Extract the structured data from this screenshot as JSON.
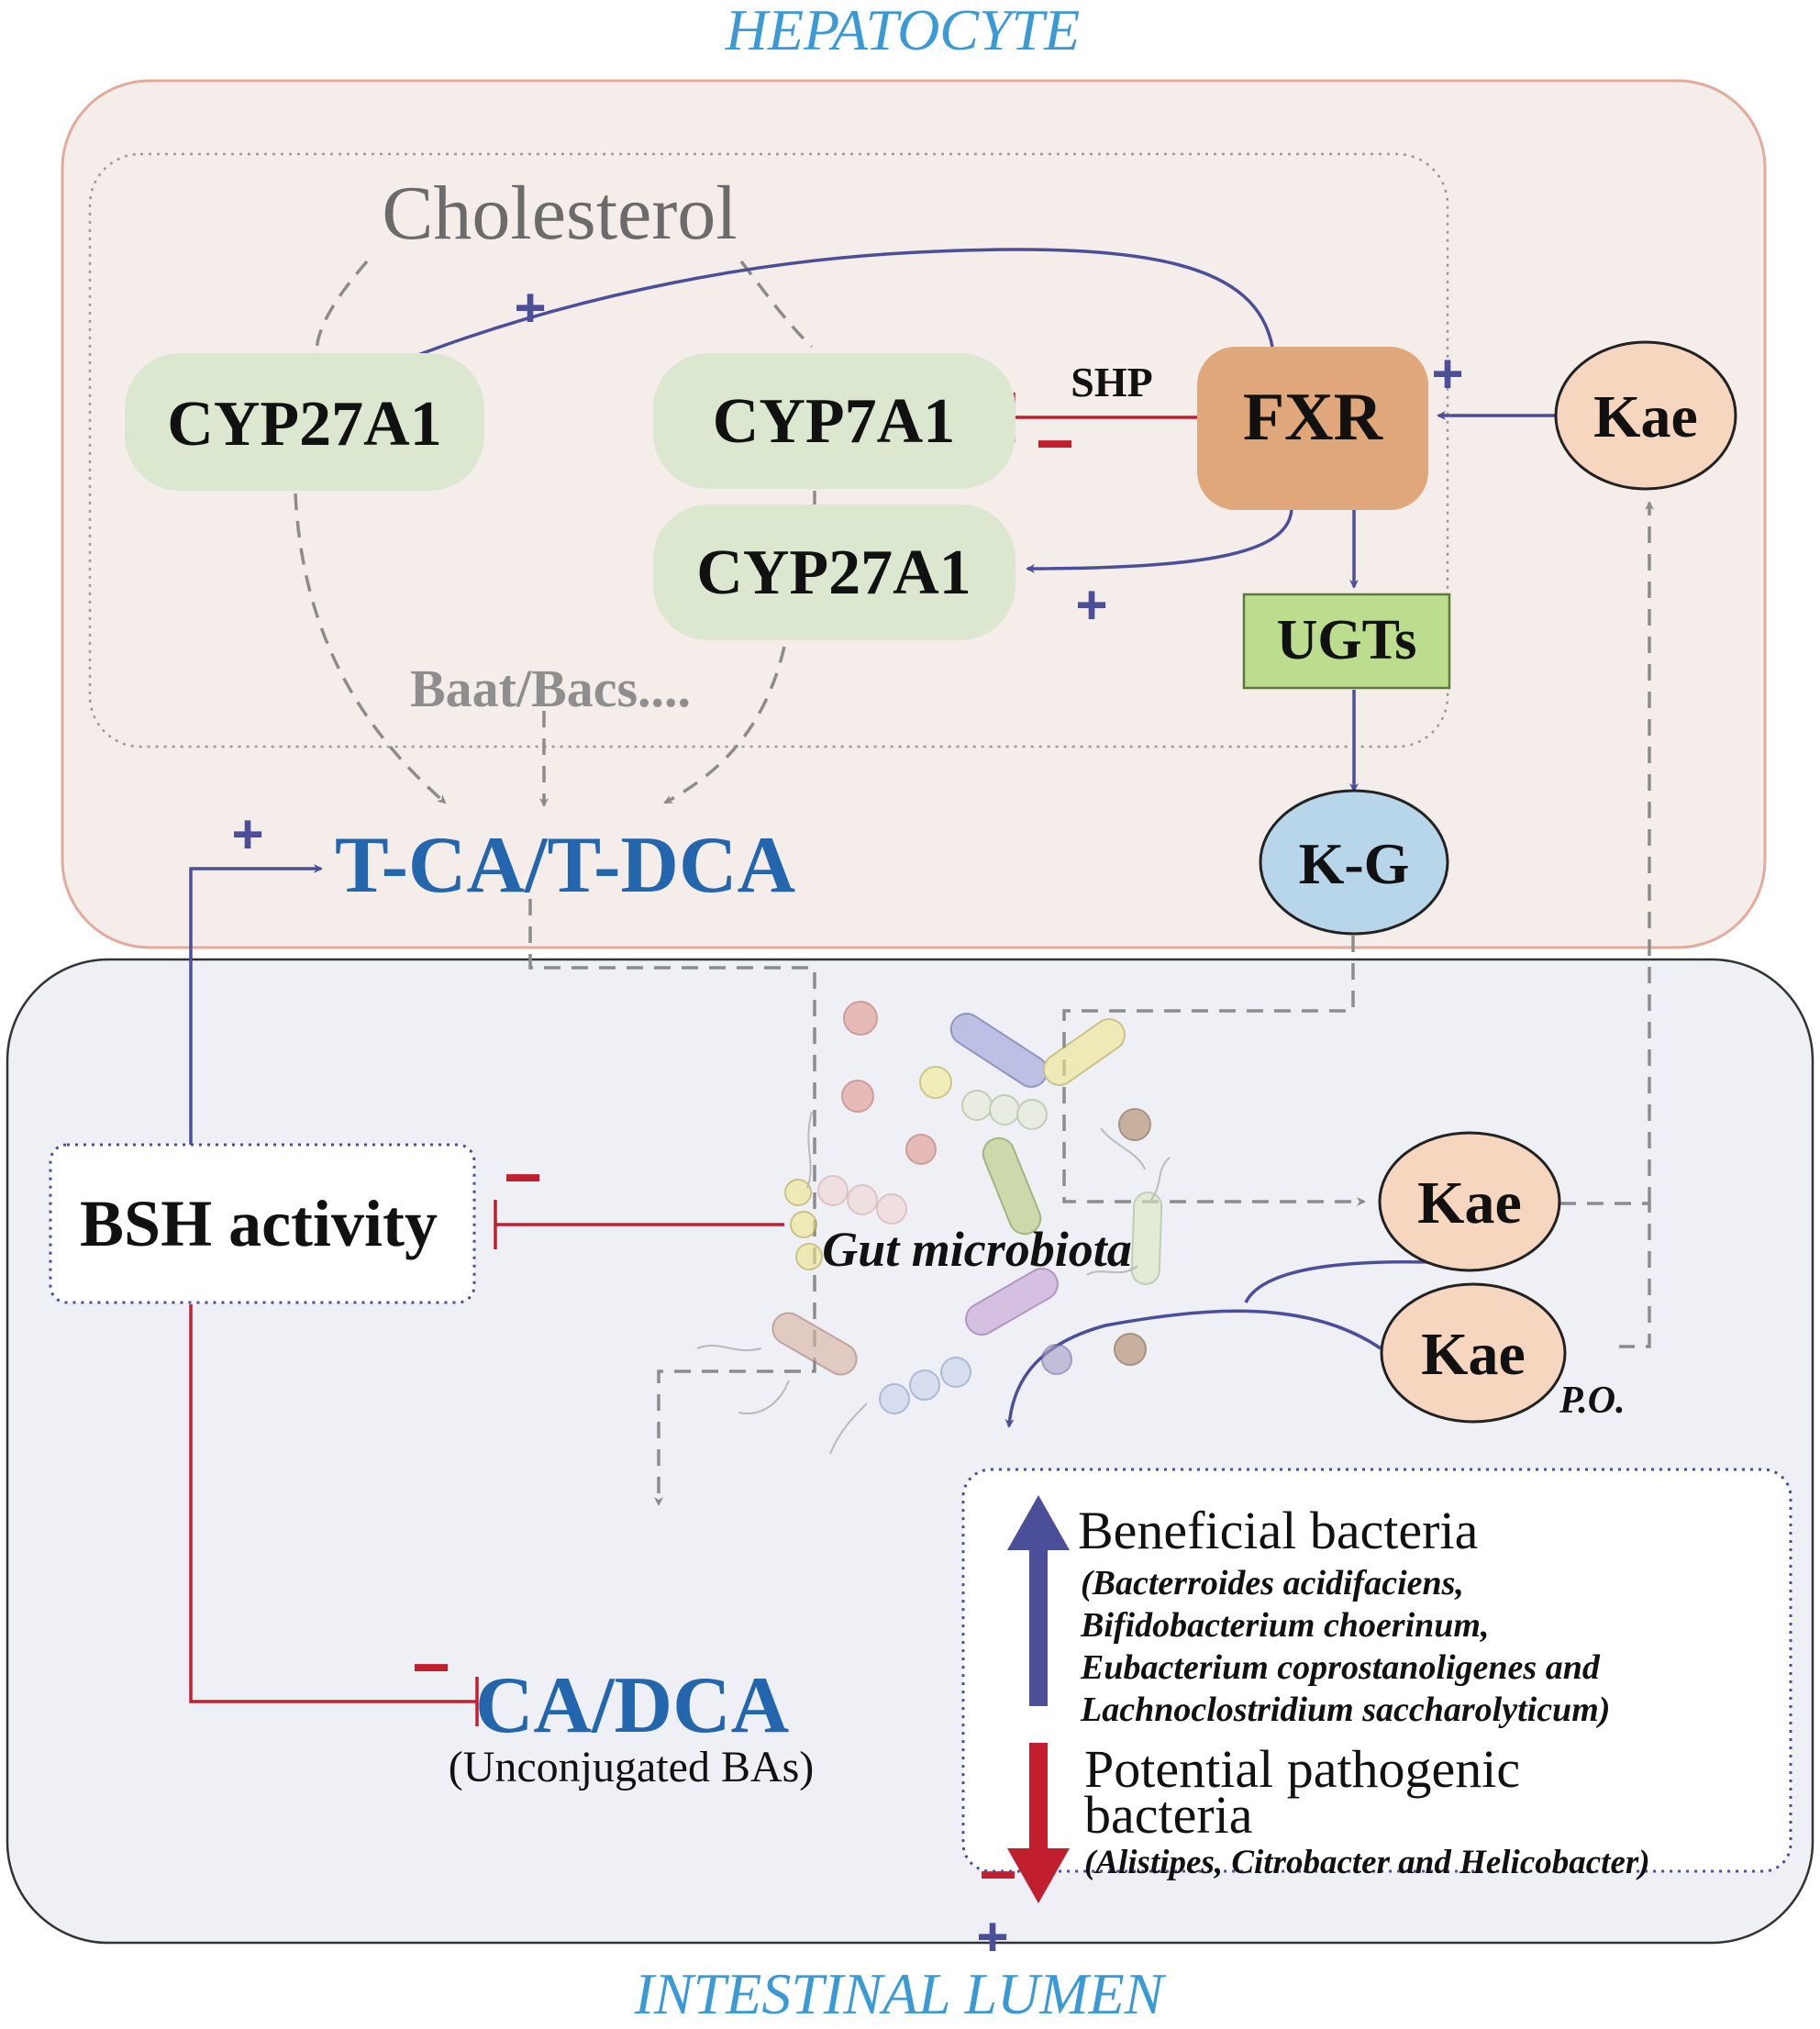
{
  "regions": {
    "top_label": "HEPATOCYTE",
    "bottom_label": "INTESTINAL LUMEN"
  },
  "nodes": {
    "cholesterol": "Cholesterol",
    "cyp27a1_left": "CYP27A1",
    "cyp7a1": "CYP7A1",
    "cyp27a1_center": "CYP27A1",
    "fxr": "FXR",
    "kae_liver": "Kae",
    "ugts": "UGTs",
    "kg": "K-G",
    "baat_bacs": "Baat/Bacs....",
    "tca_tdca": "T-CA/T-DCA",
    "bsh_activity": "BSH activity",
    "gut_microbiota": "Gut microbiota",
    "kae_gut": "Kae",
    "kae_oral": "Kae",
    "po": "P.O.",
    "ca_dca": "CA/DCA",
    "ca_dca_sub": "(Unconjugated BAs)"
  },
  "edges": {
    "shp": "SHP"
  },
  "signs": {
    "plus": "+",
    "minus": "−"
  },
  "legend": {
    "beneficial_title": "Beneficial bacteria",
    "beneficial_species": [
      "(Bacterroides acidifaciens,",
      "Bifidobacterium choerinum,",
      "Eubacterium coprostanoligenes and",
      "Lachnoclostridium saccharolyticum)"
    ],
    "pathogenic_title_1": "Potential pathogenic",
    "pathogenic_title_2": "bacteria",
    "pathogenic_species": "(Alistipes, Citrobacter and Helicobacter)"
  },
  "colors": {
    "hepatocyte_fill": "#f4ede9",
    "hepatocyte_stroke": "#e3ab9c",
    "lumen_fill": "#eef0f5",
    "region_label": "#3a9ad6",
    "enzyme_fill": "#dbe8cf",
    "fxr_fill": "#e0a87a",
    "kae_fill": "#f6d6bf",
    "ugts_fill": "#bcdc8e",
    "kg_fill": "#b8d6ea",
    "activate": "#4b4f9a",
    "inhibit": "#c11f2e",
    "bile_acid": "#2466ae",
    "dashed_gray": "#8c8c8c"
  }
}
